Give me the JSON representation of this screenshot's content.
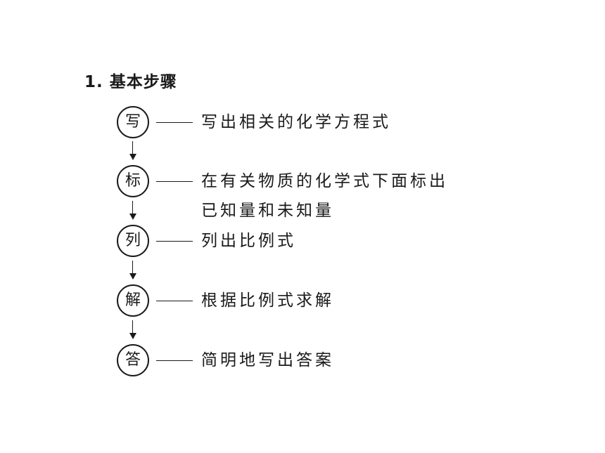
{
  "heading": "1. 基本步骤",
  "steps": [
    {
      "char": "写",
      "desc": [
        "写出相关的化学方程式"
      ]
    },
    {
      "char": "标",
      "desc": [
        "在有关物质的化学式下面标出",
        "已知量和未知量"
      ]
    },
    {
      "char": "列",
      "desc": [
        "列出比例式"
      ]
    },
    {
      "char": "解",
      "desc": [
        "根据比例式求解"
      ]
    },
    {
      "char": "答",
      "desc": [
        "简明地写出答案"
      ]
    }
  ]
}
